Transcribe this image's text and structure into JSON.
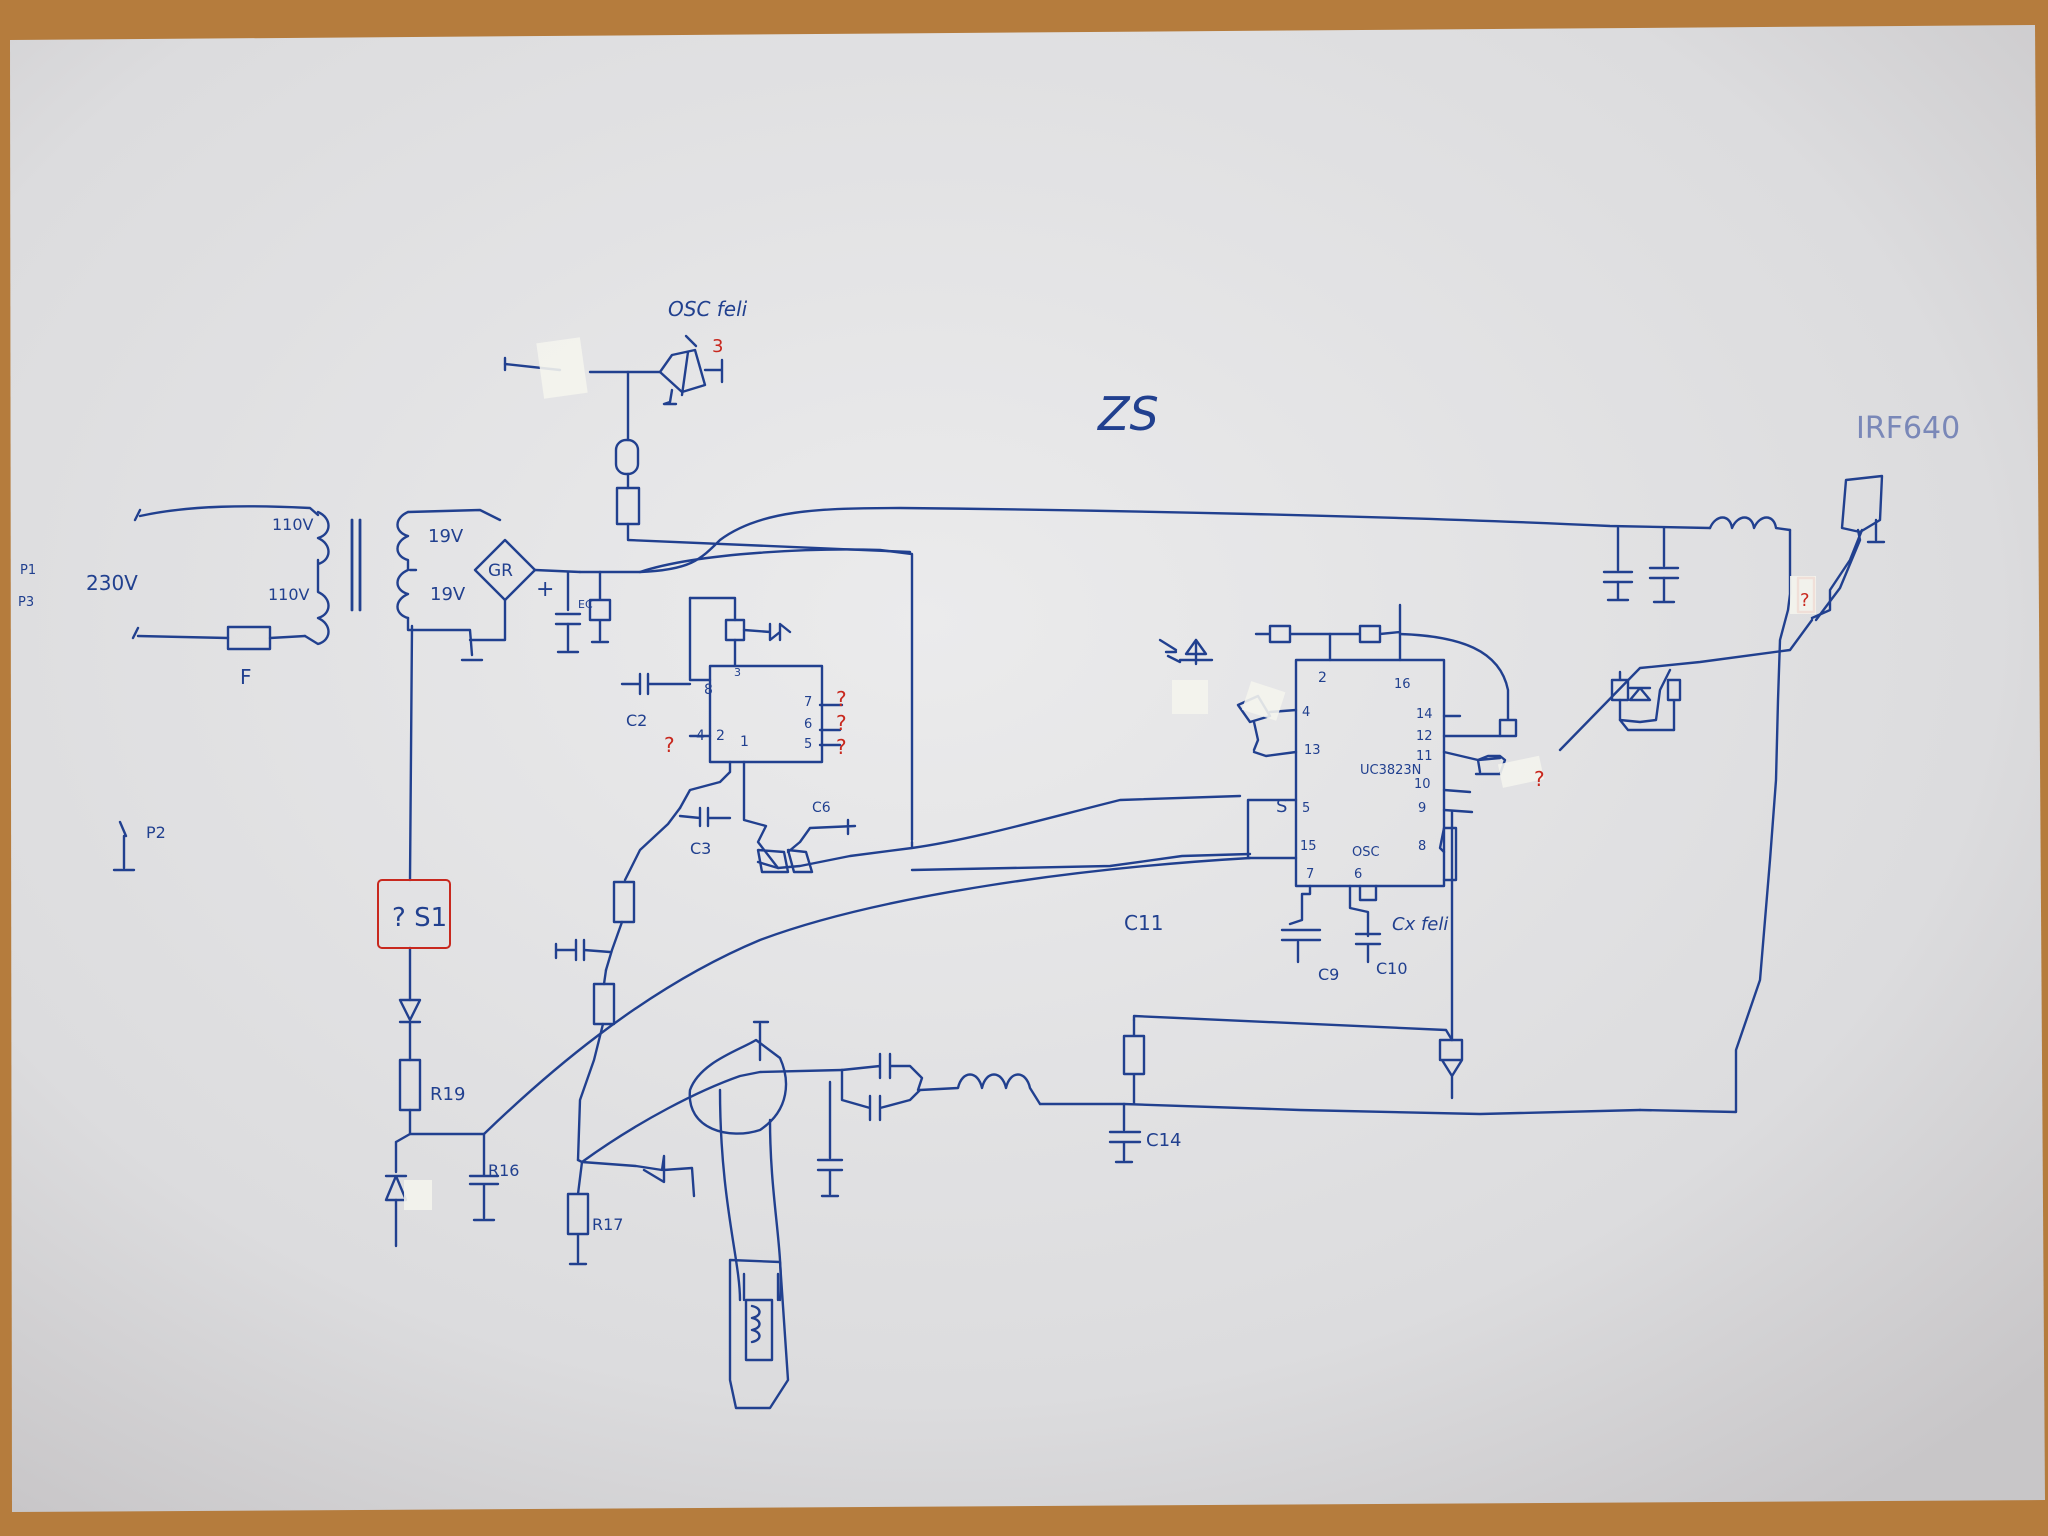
{
  "title": "ZS",
  "labels": {
    "osc_pot": "OSC feli",
    "osc_pot_num": "3",
    "mosfet": "IRF640",
    "mains": "230V",
    "p1": "P1",
    "p2": "P2",
    "p3": "P3",
    "prim_top": "110V",
    "prim_bot": "110V",
    "sec_top": "19V",
    "sec_bot": "19V",
    "bridge": "GR",
    "fuse": "F",
    "plus": "+",
    "c_ec": "EC",
    "s1": "? S1",
    "r19": "R19",
    "r16": "R16",
    "r17": "R17",
    "c2": "C2",
    "c3": "C3",
    "c6": "C6",
    "c11": "C11",
    "c14": "C14",
    "c9": "C9",
    "c10": "C10",
    "ic_main": "UC3823N",
    "cx_feli": "Cx feli",
    "osc": "OSC",
    "s_pin": "S",
    "red_q": "?",
    "ic_small_pins": [
      "8",
      "4",
      "2",
      "1",
      "3",
      "7",
      "6",
      "5"
    ],
    "ic_main_pins": [
      "2",
      "4",
      "13",
      "5",
      "15",
      "16",
      "14",
      "12",
      "11",
      "10",
      "9",
      "8",
      "7",
      "6"
    ]
  },
  "colors": {
    "ink": "#1f3a8a",
    "red": "#c8281e",
    "paper": "#e9e9ea",
    "tape": "#f6f6f0"
  }
}
